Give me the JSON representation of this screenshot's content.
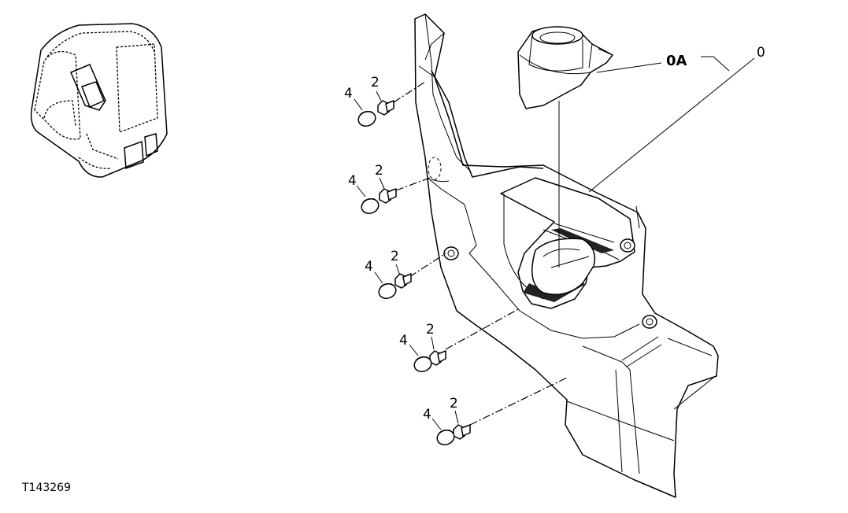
{
  "figure_id": "T143269",
  "callouts": {
    "item_0": "0",
    "item_0A": "0A",
    "item_2": "2",
    "item_4": "4"
  }
}
